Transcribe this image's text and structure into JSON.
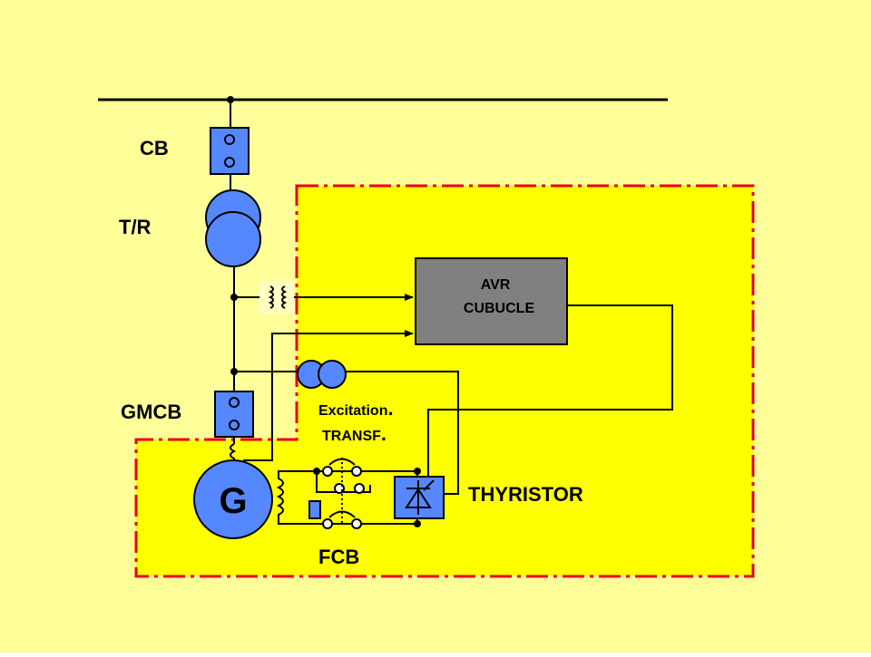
{
  "labels": {
    "cb": "CB",
    "tr": "T/R",
    "gmcb": "GMCB",
    "avr_line1": "AVR",
    "avr_line2": "CUBUCLE",
    "exc_line1": "Excitation",
    "exc_line2": "TRANSF",
    "thyristor": "THYRISTOR",
    "fcb": "FCB",
    "generator": "G"
  },
  "colors": {
    "background": "#FFFF99",
    "excitation_zone_fill": "#FFFF00",
    "zone_border": "#E8001C",
    "component_blue": "#5588FF",
    "avr_gray": "#808080",
    "wire": "#000000"
  }
}
